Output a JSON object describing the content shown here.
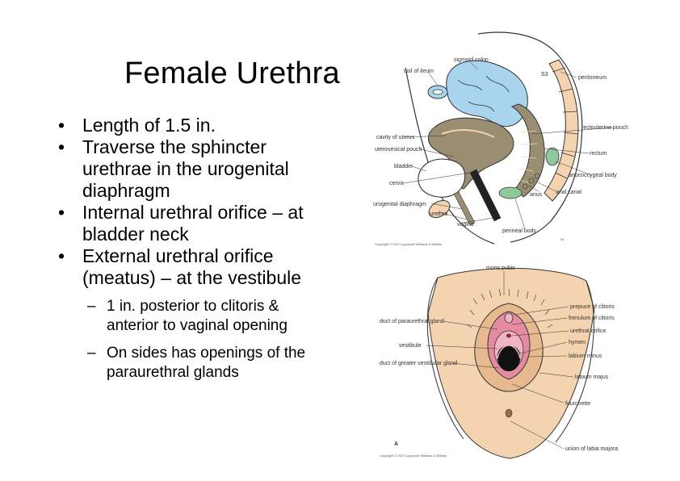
{
  "title": "Female Urethra",
  "bullets": [
    "Length of 1.5 in.",
    "Traverse the sphincter urethrae in the urogenital diaphragm",
    "Internal urethral orifice – at bladder neck",
    "External urethral orifice (meatus) – at the vestibule"
  ],
  "sub_bullets": [
    "1 in. posterior to clitoris & anterior to vaginal opening",
    "On sides has openings of the paraurethral glands"
  ],
  "bullet_glyph": "•",
  "sub_glyph": "–",
  "figure_top": {
    "labels": {
      "coil_ileum": "coil of ileum",
      "sigmoid_colon": "sigmoid colon",
      "s3": "S3",
      "peritoneum": "peritoneum",
      "cavity_uterus": "cavity of uterus",
      "uterovesical_pouch": "uterovesical pouch",
      "rectouterine_pouch": "rectouterine pouch",
      "bladder": "bladder",
      "rectum": "rectum",
      "cervix": "cervix",
      "anococcygeal_body": "anococcygeal body",
      "anus": "anus",
      "anal_canal": "anal canal",
      "urogenital_diaphragm": "urogenital diaphragm",
      "urethra": "urethra",
      "vagina": "vagina",
      "perineal_body": "perineal body",
      "copyright": "Copyright © 2007 Lippincott Williams & Wilkins",
      "fig_no": "54"
    }
  },
  "figure_bottom": {
    "labels": {
      "mons_pubis": "mons pubis",
      "prepuce_clitoris": "prepuce of clitoris",
      "frenulum_clitoris": "frenulum of clitoris",
      "duct_paraurethral": "duct of paraurethral gland",
      "urethral_orifice": "urethral orifice",
      "vestibule": "vestibule",
      "hymen": "hymen",
      "duct_greater_vestibular": "duct of greater vestibular gland",
      "labium_minus": "labium minus",
      "labium_majus": "labium majus",
      "fourchette": "fourchette",
      "letter_a": "A",
      "union_labia": "union of labia majora",
      "copyright": "Copyright © 2007 Lippincott Williams & Wilkins"
    }
  },
  "colors": {
    "skin": "#f3d3b0",
    "skin_dark": "#e6b98f",
    "organ_tan": "#9a8e72",
    "organ_blue": "#a9d4ee",
    "gland_green": "#8fc79a",
    "mucosa_pink": "#e58ba0",
    "line": "#333333"
  }
}
